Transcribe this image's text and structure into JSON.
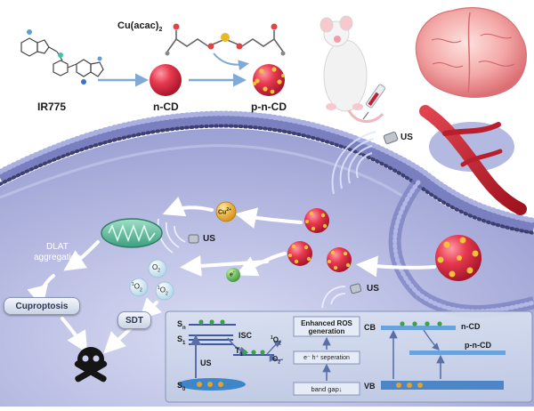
{
  "synthesis": {
    "precursor_label": "IR775",
    "reagent_label": "Cu(acac)",
    "reagent_subscript": "2",
    "ncd_label": "n-CD",
    "pncd_label": "p-n-CD"
  },
  "cell_labels": {
    "us_top": "US",
    "us_mid": "US",
    "us_low": "US",
    "cu_ion": "Cu",
    "cu_charge": "2+",
    "electron": "e",
    "electron_charge": "-",
    "o2_a": "O",
    "o2_a_sub": "2",
    "singlet_o2_a_pre": "1",
    "singlet_o2_a": "O",
    "singlet_o2_a_sub": "2",
    "singlet_o2_b_pre": "1",
    "singlet_o2_b": "O",
    "singlet_o2_b_sub": "2",
    "dlat_line1": "DLAT",
    "dlat_line2": "aggregation",
    "cuproptosis": "Cuproptosis",
    "sdt": "SDT"
  },
  "mechanism": {
    "s_n": "S",
    "s_n_sub": "n",
    "s_1": "S",
    "s_1_sub": "1",
    "s_0": "S",
    "s_0_sub": "0",
    "t_1": "T",
    "t_1_sub": "1",
    "isc": "ISC",
    "us": "US",
    "product_top": "O",
    "product_top_sub": "2",
    "product_top_pre": "1",
    "reactant": "O",
    "reactant_sub": "2",
    "enhanced_line1": "Enhanced ROS",
    "enhanced_line2": "generation",
    "separation": "e⁻ h⁺ seperation",
    "band_gap": "band gap↓",
    "cb": "CB",
    "vb": "VB",
    "cb_material": "n-CD",
    "vb_material": "p-n-CD"
  },
  "colors": {
    "membrane": "#7f86c4",
    "nanoparticle": "#e2364e",
    "copper_dots": "#f3b72e",
    "mito": "#6fc1a6",
    "arrow": "#ffffff",
    "brain": "#f0a3a6",
    "vessel": "#c4222e"
  }
}
